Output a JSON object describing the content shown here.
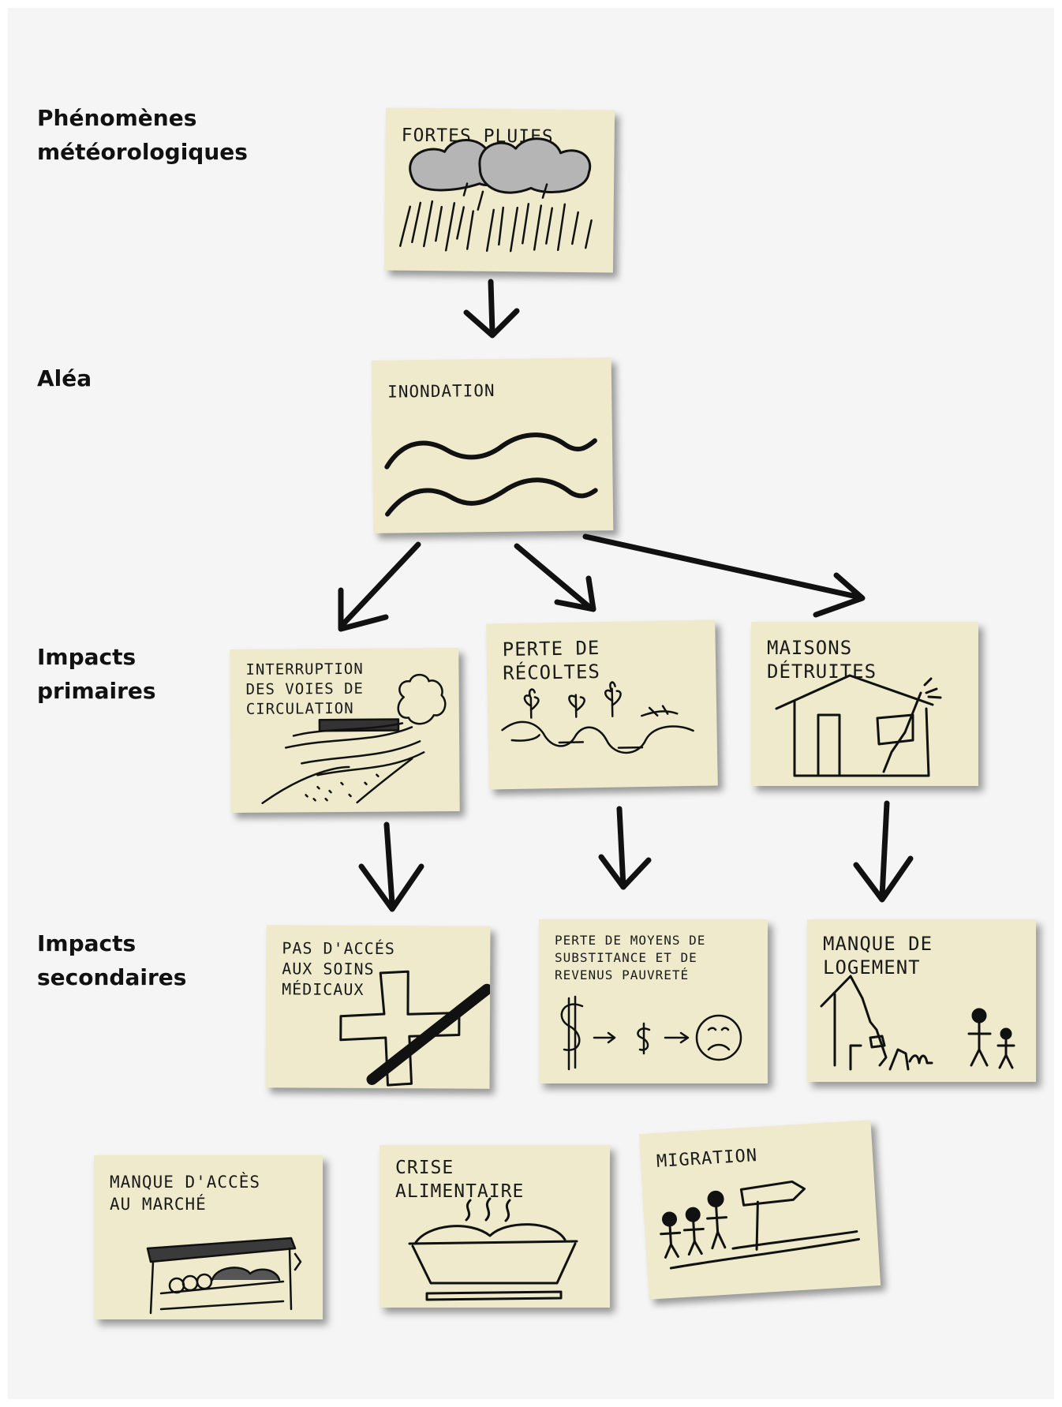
{
  "rows": {
    "meteo": "Phénomènes\nmétéorologiques",
    "alea": "Aléa",
    "primary": "Impacts\nprimaires",
    "secondary": "Impacts\nsecondaires"
  },
  "notes": {
    "rain": "FORTES PLUIES",
    "flood": "INONDATION",
    "roads": "INTERRUPTION\nDES VOIES DE\nCIRCULATION",
    "crops": "PERTE DE\nRÉCOLTES",
    "houses": "MAISONS\nDÉTRUITES",
    "health": "PAS D'ACCÉS\nAUX SOINS\nMÉDICAUX",
    "livelihood": "PERTE DE MOYENS DE\nSUBSTITANCE ET DE\nREVENUS PAUVRETÉ",
    "housing": "MANQUE DE\nLOGEMENT",
    "market": "MANQUE D'ACCÈS\nAU MARCHÉ",
    "food": "CRISE\nALIMENTAIRE",
    "migration": "MIGRATION"
  },
  "colors": {
    "note_fill": "#eeeacb",
    "ink": "#111111",
    "cloud": "#b5b5b5",
    "background": "#f5f5f5"
  }
}
